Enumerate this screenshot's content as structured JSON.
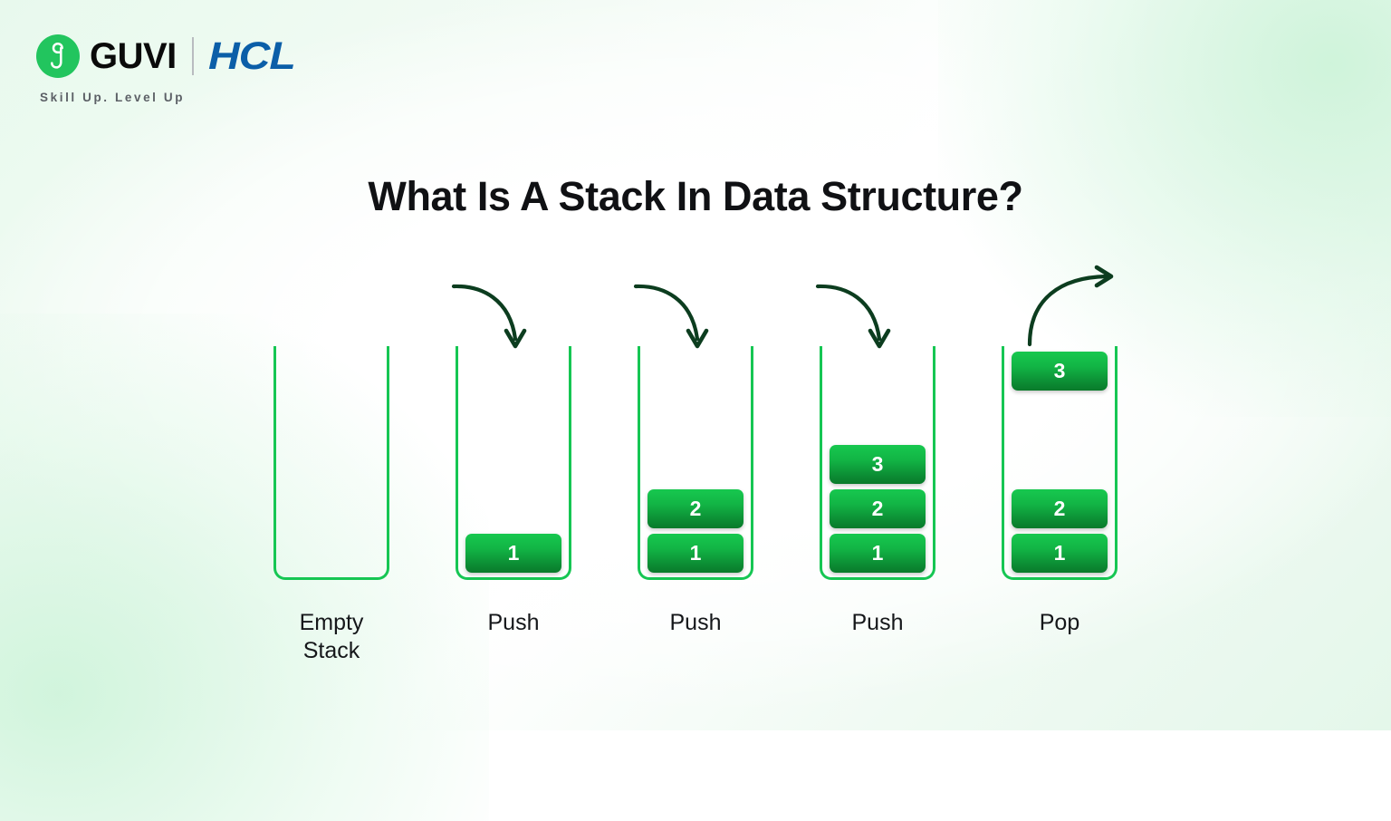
{
  "brand": {
    "logo_icon": "guvi-g-mark-icon",
    "wordmark": "GUVI",
    "partner_wordmark": "HCL",
    "tagline": "Skill Up. Level Up",
    "accent_color": "#22c55e",
    "partner_color": "#0b5ea8"
  },
  "heading": {
    "title": "What Is A Stack In Data Structure?"
  },
  "diagram": {
    "container_stroke_color": "#16c653",
    "block_gradient_top": "#17c84f",
    "block_gradient_bottom": "#097a2b",
    "arrow_color": "#0c3d1f",
    "columns": [
      {
        "id": "empty-stack",
        "label": "Empty\nStack",
        "arrow": "none",
        "blocks": []
      },
      {
        "id": "push-1",
        "label": "Push",
        "arrow": "push-down-arrow",
        "blocks": [
          "1"
        ],
        "block_offset_slots": 3
      },
      {
        "id": "push-2",
        "label": "Push",
        "arrow": "push-down-arrow",
        "blocks": [
          "1",
          "2"
        ],
        "block_offset_slots": 0
      },
      {
        "id": "push-3",
        "label": "Push",
        "arrow": "push-down-arrow",
        "blocks": [
          "1",
          "2",
          "3"
        ],
        "block_offset_slots": 0
      },
      {
        "id": "pop",
        "label": "Pop",
        "arrow": "pop-up-arrow",
        "blocks": [
          "1",
          "2"
        ],
        "popped_block": "3",
        "block_offset_slots": 0
      }
    ]
  }
}
